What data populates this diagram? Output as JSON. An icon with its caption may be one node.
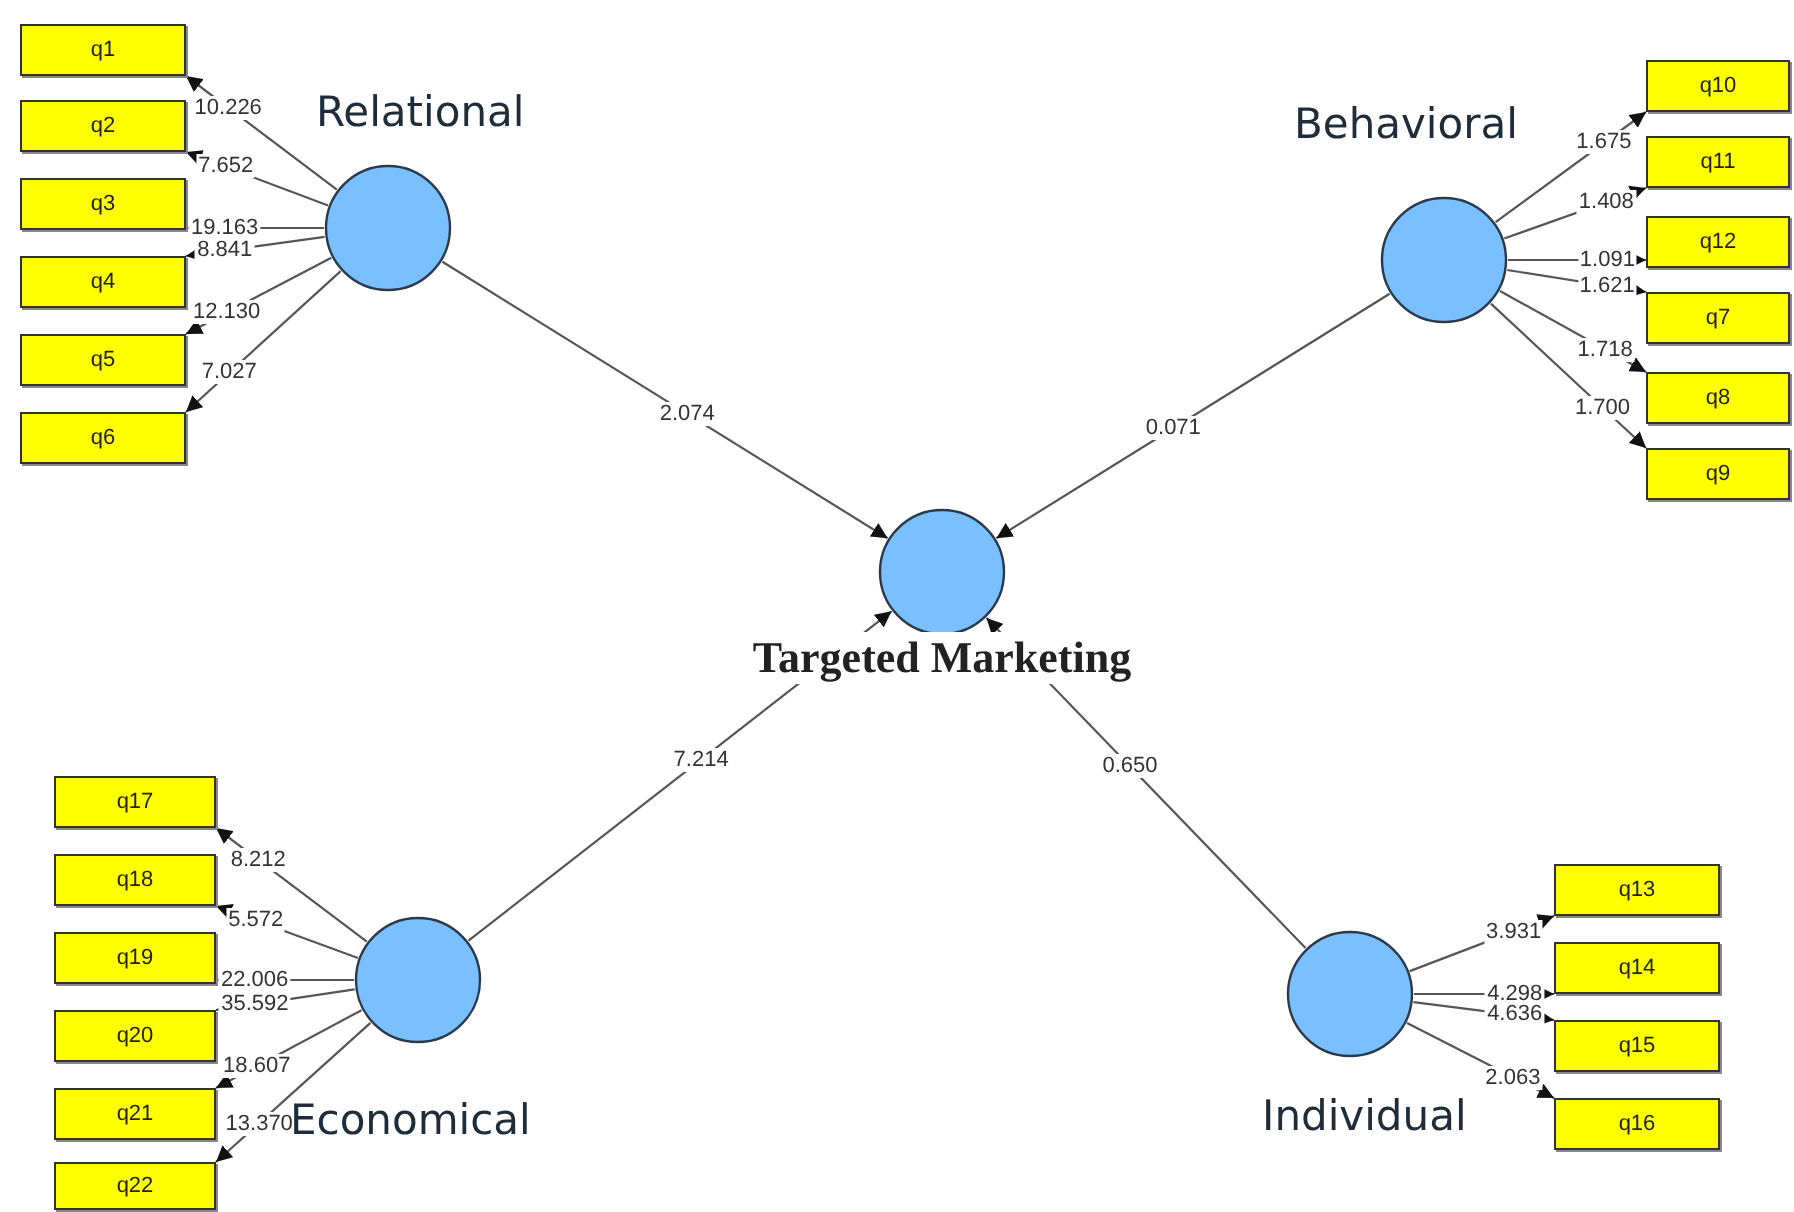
{
  "diagram": {
    "nodes": [
      {
        "text": [
          "Relational"
        ]
      },
      {
        "text": [
          "q1"
        ]
      },
      {
        "text": [
          "q2"
        ]
      },
      {
        "text": [
          "q3"
        ]
      },
      {
        "text": [
          "q4"
        ]
      },
      {
        "text": [
          "q5"
        ]
      },
      {
        "text": [
          "q6"
        ]
      },
      {
        "text": [
          "Behavioral"
        ]
      },
      {
        "text": [
          "q10"
        ]
      },
      {
        "text": [
          "q11"
        ]
      },
      {
        "text": [
          "q12"
        ]
      },
      {
        "text": [
          "q7"
        ]
      },
      {
        "text": [
          "q8"
        ]
      },
      {
        "text": [
          "q9"
        ]
      },
      {
        "text": [
          "Targeted Marketing"
        ]
      },
      {
        "text": [
          "Economical"
        ]
      },
      {
        "text": [
          "q17"
        ]
      },
      {
        "text": [
          "q18"
        ]
      },
      {
        "text": [
          "q19"
        ]
      },
      {
        "text": [
          "q20"
        ]
      },
      {
        "text": [
          "q21"
        ]
      },
      {
        "text": [
          "q22"
        ]
      },
      {
        "text": [
          "Individual"
        ]
      },
      {
        "text": [
          "q13"
        ]
      },
      {
        "text": [
          "q14"
        ]
      },
      {
        "text": [
          "q15"
        ]
      },
      {
        "text": [
          "q16"
        ]
      }
    ],
    "edges": [
      {
        "from": 0,
        "to": 1,
        "arrow": "to",
        "label": "10.226"
      },
      {
        "from": 0,
        "to": 2,
        "arrow": "to",
        "label": "7.652"
      },
      {
        "from": 0,
        "to": 3,
        "arrow": "to",
        "label": "19.163"
      },
      {
        "from": 0,
        "to": 4,
        "arrow": "to",
        "label": "8.841"
      },
      {
        "from": 0,
        "to": 5,
        "arrow": "to",
        "label": "12.130"
      },
      {
        "from": 0,
        "to": 6,
        "arrow": "to",
        "label": "7.027"
      },
      {
        "from": 7,
        "to": 8,
        "arrow": "to",
        "label": "1.675"
      },
      {
        "from": 7,
        "to": 9,
        "arrow": "to",
        "label": "1.408"
      },
      {
        "from": 7,
        "to": 10,
        "arrow": "to",
        "label": "1.091"
      },
      {
        "from": 7,
        "to": 11,
        "arrow": "to",
        "label": "1.621"
      },
      {
        "from": 7,
        "to": 12,
        "arrow": "to",
        "label": "1.718"
      },
      {
        "from": 7,
        "to": 13,
        "arrow": "to",
        "label": "1.700"
      },
      {
        "from": 0,
        "to": 14,
        "arrow": "to",
        "label": "2.074"
      },
      {
        "from": 7,
        "to": 14,
        "arrow": "to",
        "label": "0.071"
      },
      {
        "from": 15,
        "to": 14,
        "arrow": "to",
        "label": "7.214"
      },
      {
        "from": 22,
        "to": 14,
        "arrow": "to",
        "label": "0.650"
      },
      {
        "from": 15,
        "to": 16,
        "arrow": "to",
        "label": "8.212"
      },
      {
        "from": 15,
        "to": 17,
        "arrow": "to",
        "label": "5.572"
      },
      {
        "from": 15,
        "to": 18,
        "arrow": "to",
        "label": "22.006"
      },
      {
        "from": 15,
        "to": 19,
        "arrow": "to",
        "label": "35.592"
      },
      {
        "from": 15,
        "to": 20,
        "arrow": "to",
        "label": "18.607"
      },
      {
        "from": 15,
        "to": 21,
        "arrow": "to",
        "label": "13.370"
      },
      {
        "from": 22,
        "to": 23,
        "arrow": "to",
        "label": "3.931"
      },
      {
        "from": 22,
        "to": 24,
        "arrow": "to",
        "label": "4.298"
      },
      {
        "from": 22,
        "to": 25,
        "arrow": "to",
        "label": "4.636"
      },
      {
        "from": 22,
        "to": 26,
        "arrow": "to",
        "label": "2.063"
      }
    ]
  }
}
